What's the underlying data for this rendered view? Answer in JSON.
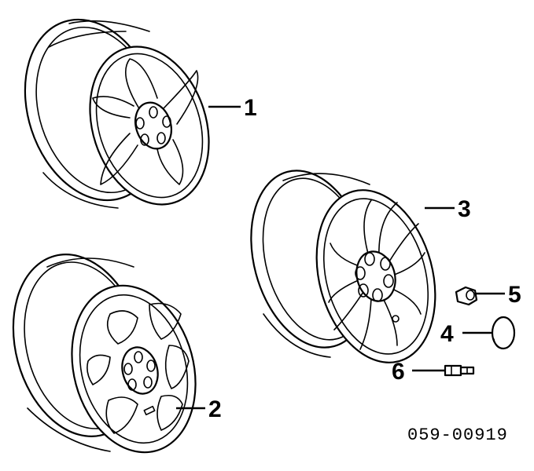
{
  "callouts": [
    {
      "id": "1",
      "label": "1"
    },
    {
      "id": "2",
      "label": "2"
    },
    {
      "id": "3",
      "label": "3"
    },
    {
      "id": "4",
      "label": "4"
    },
    {
      "id": "5",
      "label": "5"
    },
    {
      "id": "6",
      "label": "6"
    }
  ],
  "diagram_code": "059-00919"
}
